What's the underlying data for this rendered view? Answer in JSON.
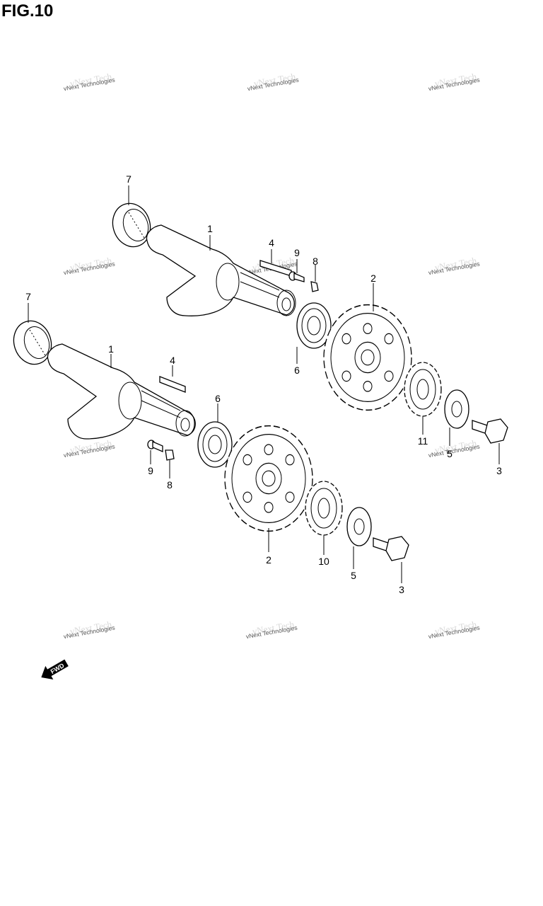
{
  "title": "FIG.10",
  "watermark_text": "vNext Technologies",
  "callouts": {
    "c7a": "7",
    "c1a": "1",
    "c4a": "4",
    "c9a": "9",
    "c8a": "8",
    "c2a": "2",
    "c6a": "6",
    "c11": "11",
    "c5a": "5",
    "c3a": "3",
    "c7b": "7",
    "c1b": "1",
    "c4b": "4",
    "c6b": "6",
    "c9b": "9",
    "c8b": "8",
    "c2b": "2",
    "c10": "10",
    "c5b": "5",
    "c3b": "3"
  },
  "fwd_label": "FWD"
}
